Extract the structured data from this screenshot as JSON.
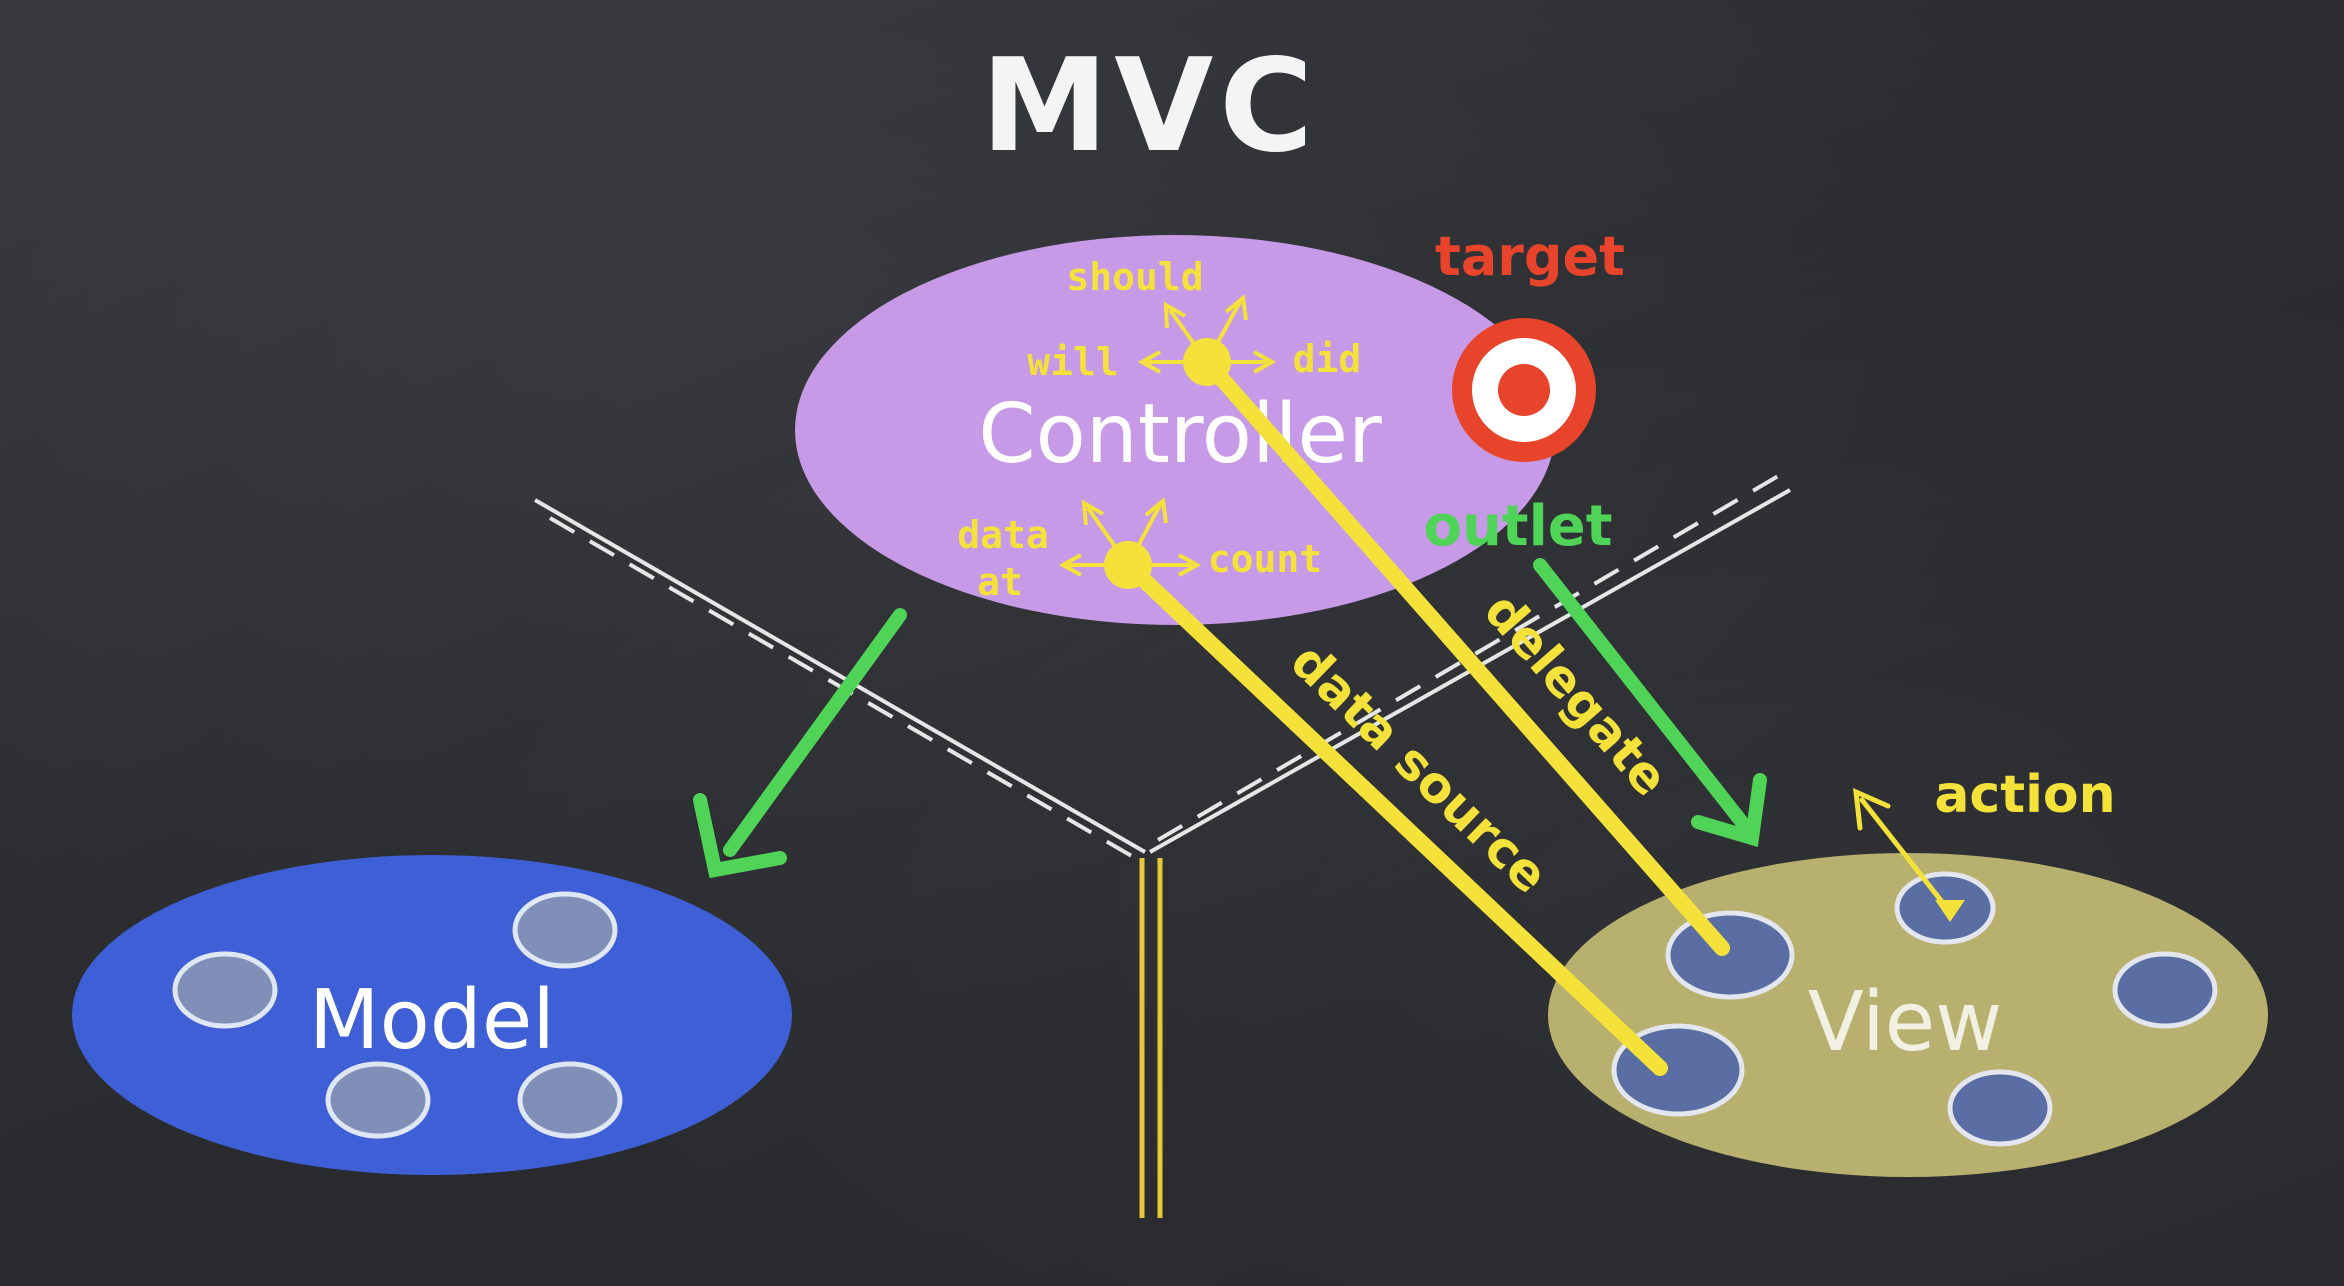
{
  "title": "MVC",
  "nodes": {
    "controller": "Controller",
    "model": "Model",
    "view": "View"
  },
  "labels": {
    "target": "target",
    "outlet": "outlet",
    "delegate": "delegate",
    "data_source": "data source",
    "action": "action",
    "should": "should",
    "will": "will",
    "did": "did",
    "data": "data",
    "at": "at",
    "count": "count"
  },
  "colors": {
    "controller": "#c69ae6",
    "model": "#3f5fd6",
    "view": "#b8b06e",
    "yellow": "#f4e23a",
    "green": "#4fd458",
    "target_red": "#e8432b",
    "chalk": "#f2f2f2"
  }
}
